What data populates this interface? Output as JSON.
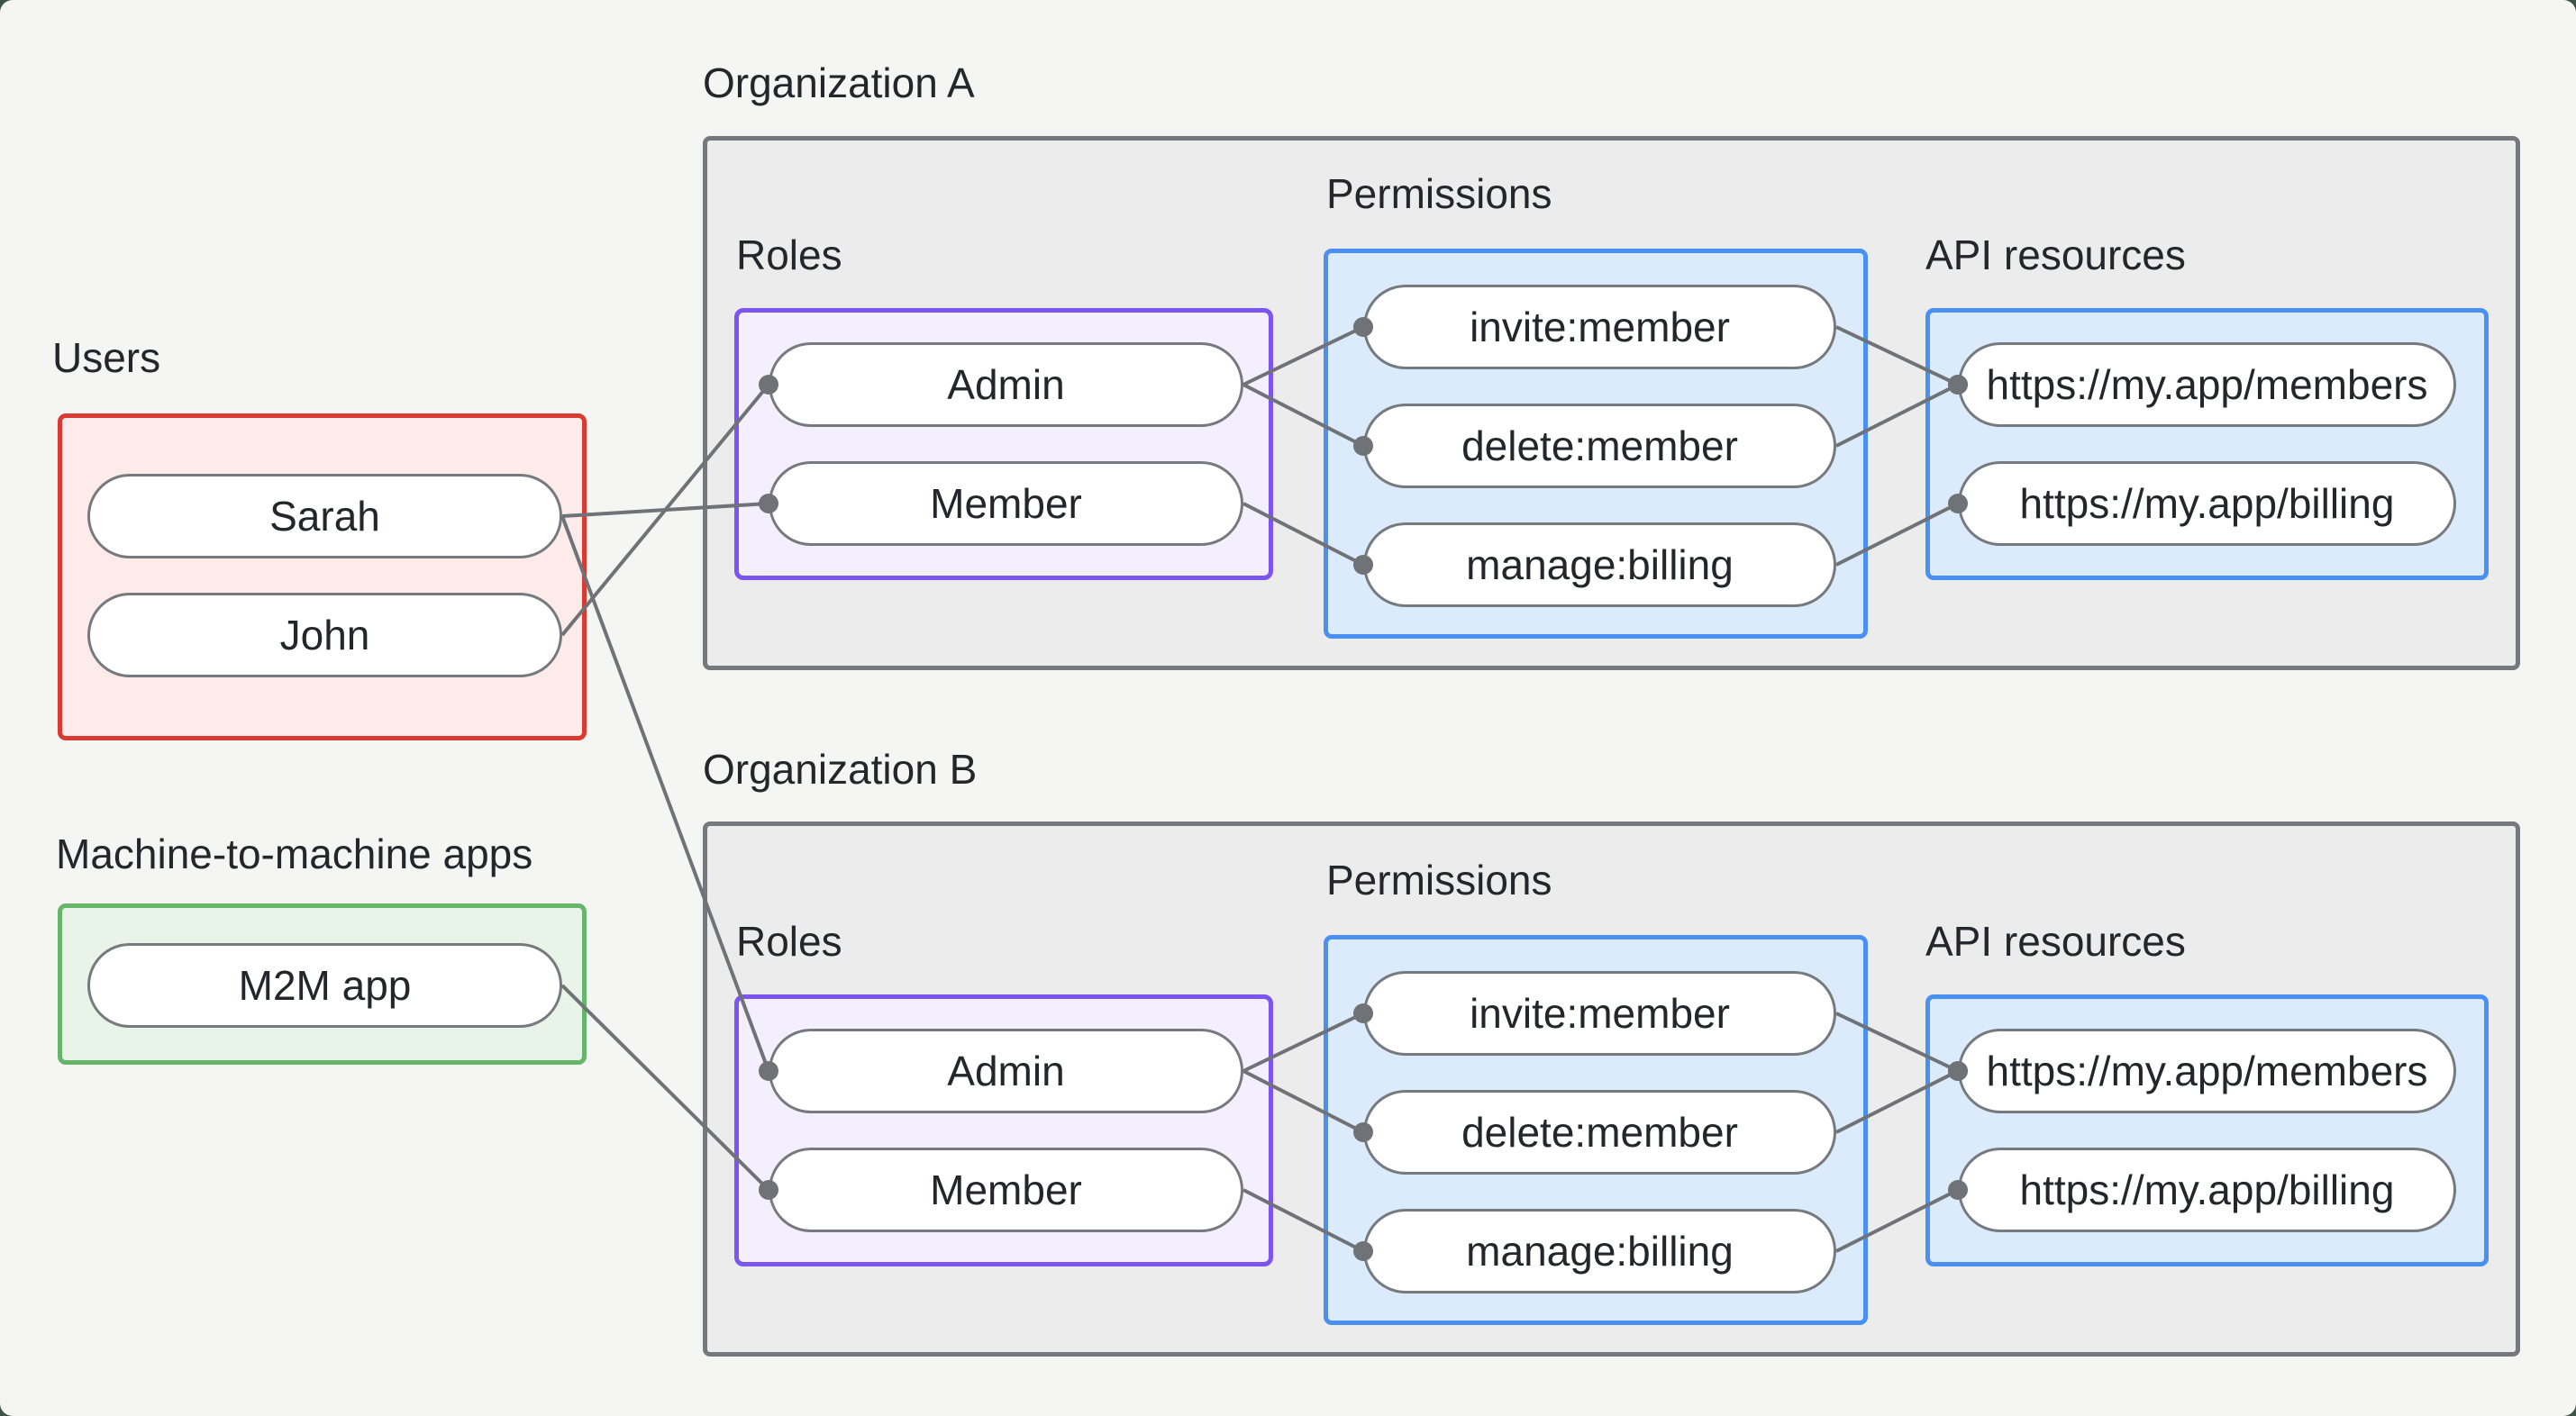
{
  "diagram": {
    "users": {
      "title": "Users",
      "nodes": [
        {
          "id": "sarah",
          "label": "Sarah"
        },
        {
          "id": "john",
          "label": "John"
        }
      ]
    },
    "m2m": {
      "title": "Machine-to-machine apps",
      "nodes": [
        {
          "id": "m2m_app",
          "label": "M2M app"
        }
      ]
    },
    "organizations": [
      {
        "id": "org_a",
        "title": "Organization A",
        "roles_title": "Roles",
        "permissions_title": "Permissions",
        "api_title": "API resources",
        "roles": [
          {
            "id": "org_a_admin",
            "label": "Admin"
          },
          {
            "id": "org_a_member",
            "label": "Member"
          }
        ],
        "permissions": [
          {
            "id": "org_a_invite",
            "label": "invite:member"
          },
          {
            "id": "org_a_delete",
            "label": "delete:member"
          },
          {
            "id": "org_a_manage",
            "label": "manage:billing"
          }
        ],
        "api_resources": [
          {
            "id": "org_a_members_api",
            "label": "https://my.app/members"
          },
          {
            "id": "org_a_billing_api",
            "label": "https://my.app/billing"
          }
        ]
      },
      {
        "id": "org_b",
        "title": "Organization B",
        "roles_title": "Roles",
        "permissions_title": "Permissions",
        "api_title": "API resources",
        "roles": [
          {
            "id": "org_b_admin",
            "label": "Admin"
          },
          {
            "id": "org_b_member",
            "label": "Member"
          }
        ],
        "permissions": [
          {
            "id": "org_b_invite",
            "label": "invite:member"
          },
          {
            "id": "org_b_delete",
            "label": "delete:member"
          },
          {
            "id": "org_b_manage",
            "label": "manage:billing"
          }
        ],
        "api_resources": [
          {
            "id": "org_b_members_api",
            "label": "https://my.app/members"
          },
          {
            "id": "org_b_billing_api",
            "label": "https://my.app/billing"
          }
        ]
      }
    ],
    "edges": [
      {
        "from": "sarah",
        "to": "org_a_member"
      },
      {
        "from": "john",
        "to": "org_a_admin"
      },
      {
        "from": "sarah",
        "to": "org_b_admin"
      },
      {
        "from": "m2m_app",
        "to": "org_b_member"
      },
      {
        "from": "org_a_admin",
        "to": "org_a_invite"
      },
      {
        "from": "org_a_admin",
        "to": "org_a_delete"
      },
      {
        "from": "org_a_member",
        "to": "org_a_manage"
      },
      {
        "from": "org_a_invite",
        "to": "org_a_members_api"
      },
      {
        "from": "org_a_delete",
        "to": "org_a_members_api"
      },
      {
        "from": "org_a_manage",
        "to": "org_a_billing_api"
      },
      {
        "from": "org_b_admin",
        "to": "org_b_invite"
      },
      {
        "from": "org_b_admin",
        "to": "org_b_delete"
      },
      {
        "from": "org_b_member",
        "to": "org_b_manage"
      },
      {
        "from": "org_b_invite",
        "to": "org_b_members_api"
      },
      {
        "from": "org_b_delete",
        "to": "org_b_members_api"
      },
      {
        "from": "org_b_manage",
        "to": "org_b_billing_api"
      }
    ],
    "colors": {
      "background": "#f5f6f4",
      "page_corner": "#3c5546",
      "text": "#23262b",
      "node_fill": "#ffffff",
      "node_border": "#76797d",
      "edge": "#6f7276",
      "users_border": "#d93a32",
      "users_fill": "#fcebe8",
      "m2m_border": "#66b56a",
      "m2m_fill": "#e9f4e8",
      "org_border": "#75787c",
      "org_fill": "#ececec",
      "roles_border": "#7c55f1",
      "roles_fill": "#f3effc",
      "permissions_border": "#4a90f2",
      "permissions_fill": "#dcebfb"
    }
  }
}
